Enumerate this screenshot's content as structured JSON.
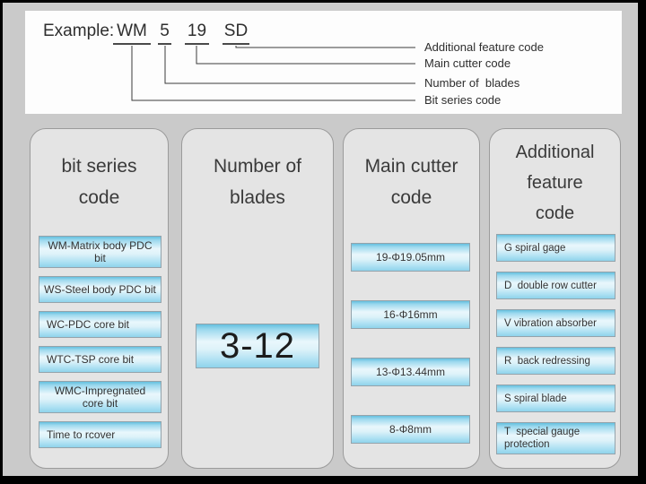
{
  "example": {
    "label": "Example:",
    "codes": [
      {
        "code": "WM",
        "callout": "Bit series code"
      },
      {
        "code": "5",
        "callout": "Number of  blades"
      },
      {
        "code": "19",
        "callout": "Main cutter code"
      },
      {
        "code": "SD",
        "callout": "Additional feature code"
      }
    ]
  },
  "columns": [
    {
      "title_lines": [
        "bit series",
        "code"
      ],
      "items": [
        "WM-Matrix body PDC bit",
        "WS-Steel body PDC bit",
        "WC-PDC core bit",
        "WTC-TSP core bit",
        "WMC-Impregnated core bit",
        "Time to rcover"
      ]
    },
    {
      "title_lines": [
        "Number of",
        "blades"
      ],
      "items": [
        "3-12"
      ]
    },
    {
      "title_lines": [
        "Main cutter",
        "code"
      ],
      "items": [
        "19-Φ19.05mm",
        "16-Φ16mm",
        "13-Φ13.44mm",
        "8-Φ8mm"
      ]
    },
    {
      "title_lines": [
        "Additional",
        "feature",
        "code"
      ],
      "items": [
        "G spiral gage",
        "D  double row cutter",
        "V vibration absorber",
        "R  back redressing",
        "S spiral blade",
        "T  special gauge protection"
      ]
    }
  ],
  "colors": {
    "page_bg": "#cacaca",
    "panel_bg": "#fdfdfd",
    "column_bg": "#e4e4e4",
    "column_border": "#9b9b9b",
    "item_border": "#94a3ab",
    "item_gradient_top": "#64c0df",
    "item_gradient_light": "#e9f7fc",
    "item_gradient_bottom": "#8fd3eb",
    "line_color": "#3a3a3a",
    "text_color": "#2e2e2e"
  }
}
